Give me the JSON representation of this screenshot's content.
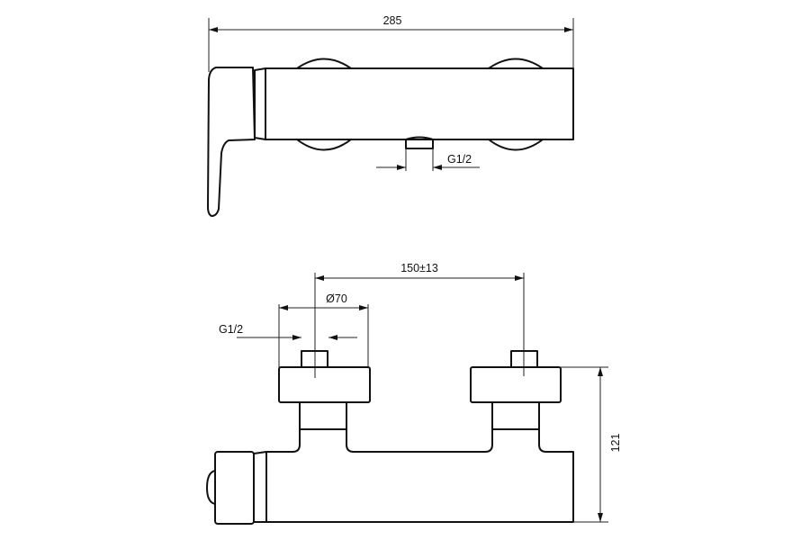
{
  "title": "Shower mixer technical drawing",
  "top_view": {
    "overall_width": "285",
    "outlet_thread": "G1/2"
  },
  "front_view": {
    "center_distance": "150±13",
    "cover_diameter": "Ø70",
    "inlet_thread": "G1/2",
    "height": "121"
  },
  "colors": {
    "line": "#111111",
    "background": "#ffffff"
  }
}
